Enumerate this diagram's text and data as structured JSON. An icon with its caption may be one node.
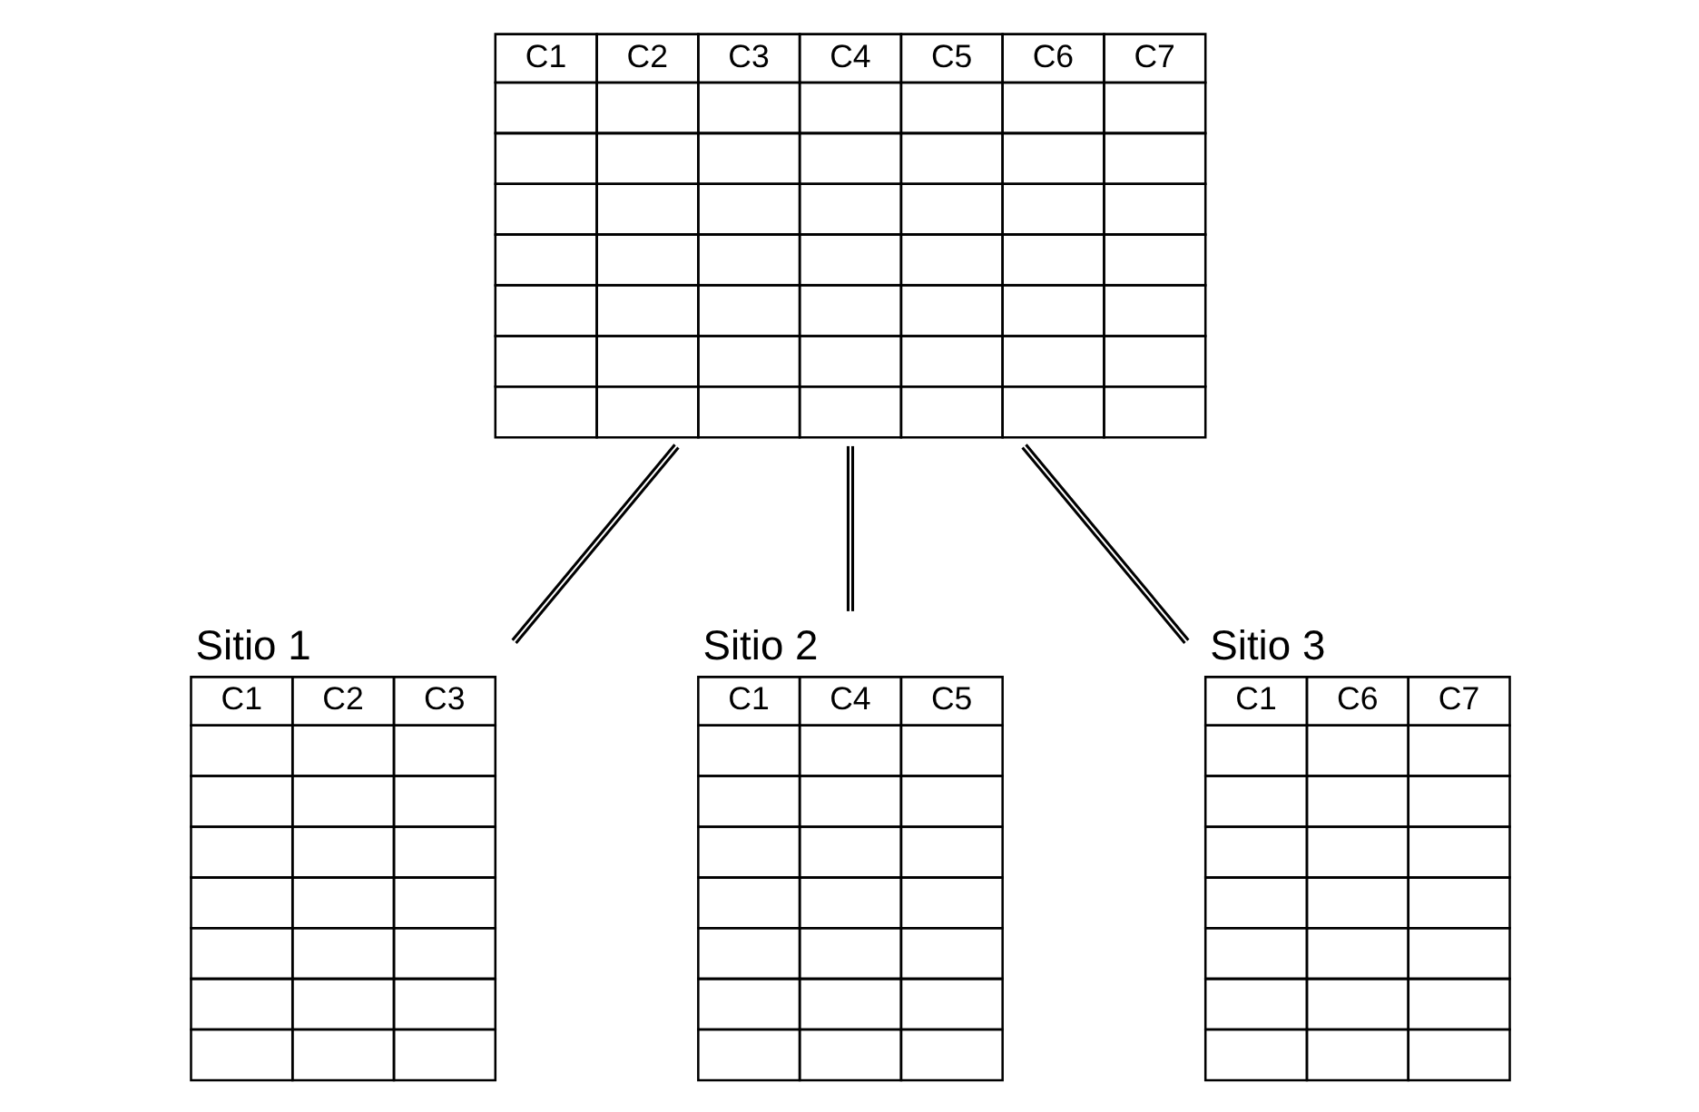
{
  "diagram": {
    "nodes": [
      {
        "text": [
          "C1",
          "C2",
          "C3",
          "C4",
          "C5",
          "C6",
          "C7"
        ]
      },
      {
        "text": [
          "C1",
          "C2",
          "C3"
        ],
        "beside": [
          "Sitio 1"
        ]
      },
      {
        "text": [
          "C1",
          "C4",
          "C5"
        ],
        "beside": [
          "Sitio 2"
        ]
      },
      {
        "text": [
          "C1",
          "C6",
          "C7"
        ],
        "beside": [
          "Sitio 3"
        ]
      }
    ],
    "edges": [
      {
        "from": 0,
        "to": 1,
        "arrow": "none"
      },
      {
        "from": 0,
        "to": 2,
        "arrow": "none"
      },
      {
        "from": 0,
        "to": 3,
        "arrow": "none"
      }
    ]
  }
}
